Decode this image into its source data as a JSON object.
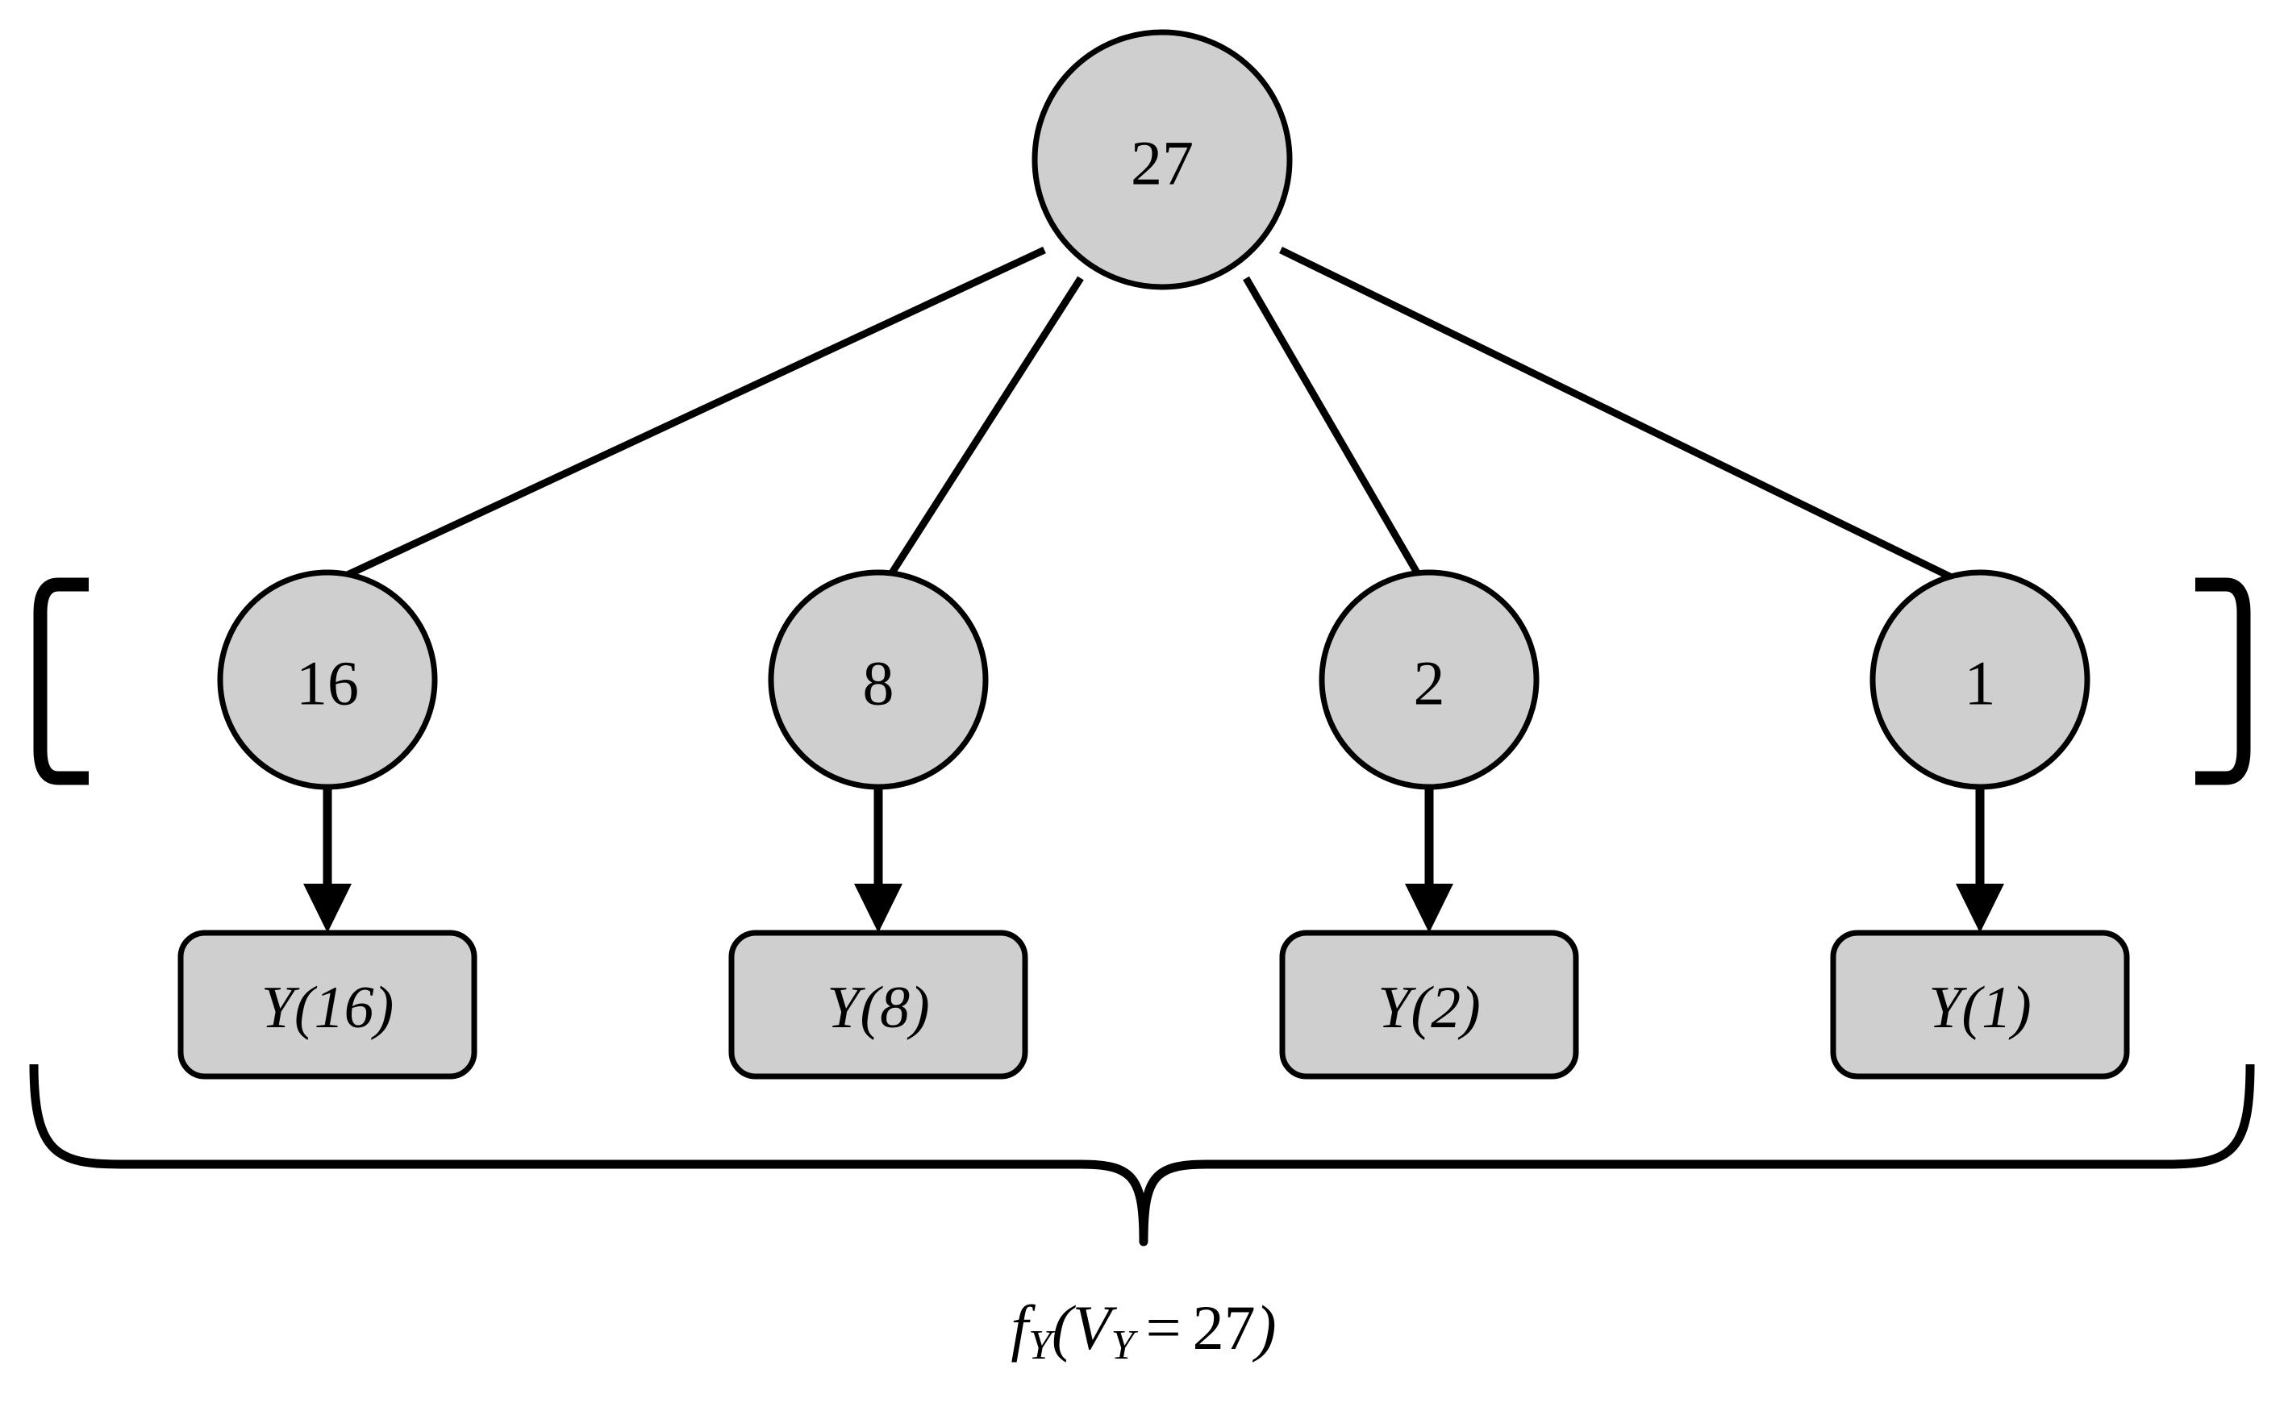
{
  "diagram": {
    "title": "",
    "type": "tree-with-factor-brace",
    "colors": {
      "node_fill": "#cfcfcf",
      "node_stroke": "#000000",
      "background": "#ffffff",
      "text": "#000000"
    },
    "root": {
      "label": "27",
      "shape": "circle"
    },
    "children": [
      {
        "label": "16",
        "shape": "circle",
        "leaf_label": "Y(16)"
      },
      {
        "label": "8",
        "shape": "circle",
        "leaf_label": "Y(8)"
      },
      {
        "label": "2",
        "shape": "circle",
        "leaf_label": "Y(2)"
      },
      {
        "label": "1",
        "shape": "circle",
        "leaf_label": "Y(1)"
      }
    ],
    "leaves": [
      {
        "label": "Y(16)",
        "shape": "rounded-rect"
      },
      {
        "label": "Y(8)",
        "shape": "rounded-rect"
      },
      {
        "label": "Y(2)",
        "shape": "rounded-rect"
      },
      {
        "label": "Y(1)",
        "shape": "rounded-rect"
      }
    ],
    "brackets": {
      "left": "[",
      "right": "]"
    },
    "brace_label": {
      "full": "f_Y(V_Y = 27)",
      "f": "f",
      "f_sub": "Y",
      "open_paren": "(",
      "v": "V",
      "v_sub": "Y",
      "equals": "=",
      "value": "27",
      "close_paren": ")"
    }
  }
}
